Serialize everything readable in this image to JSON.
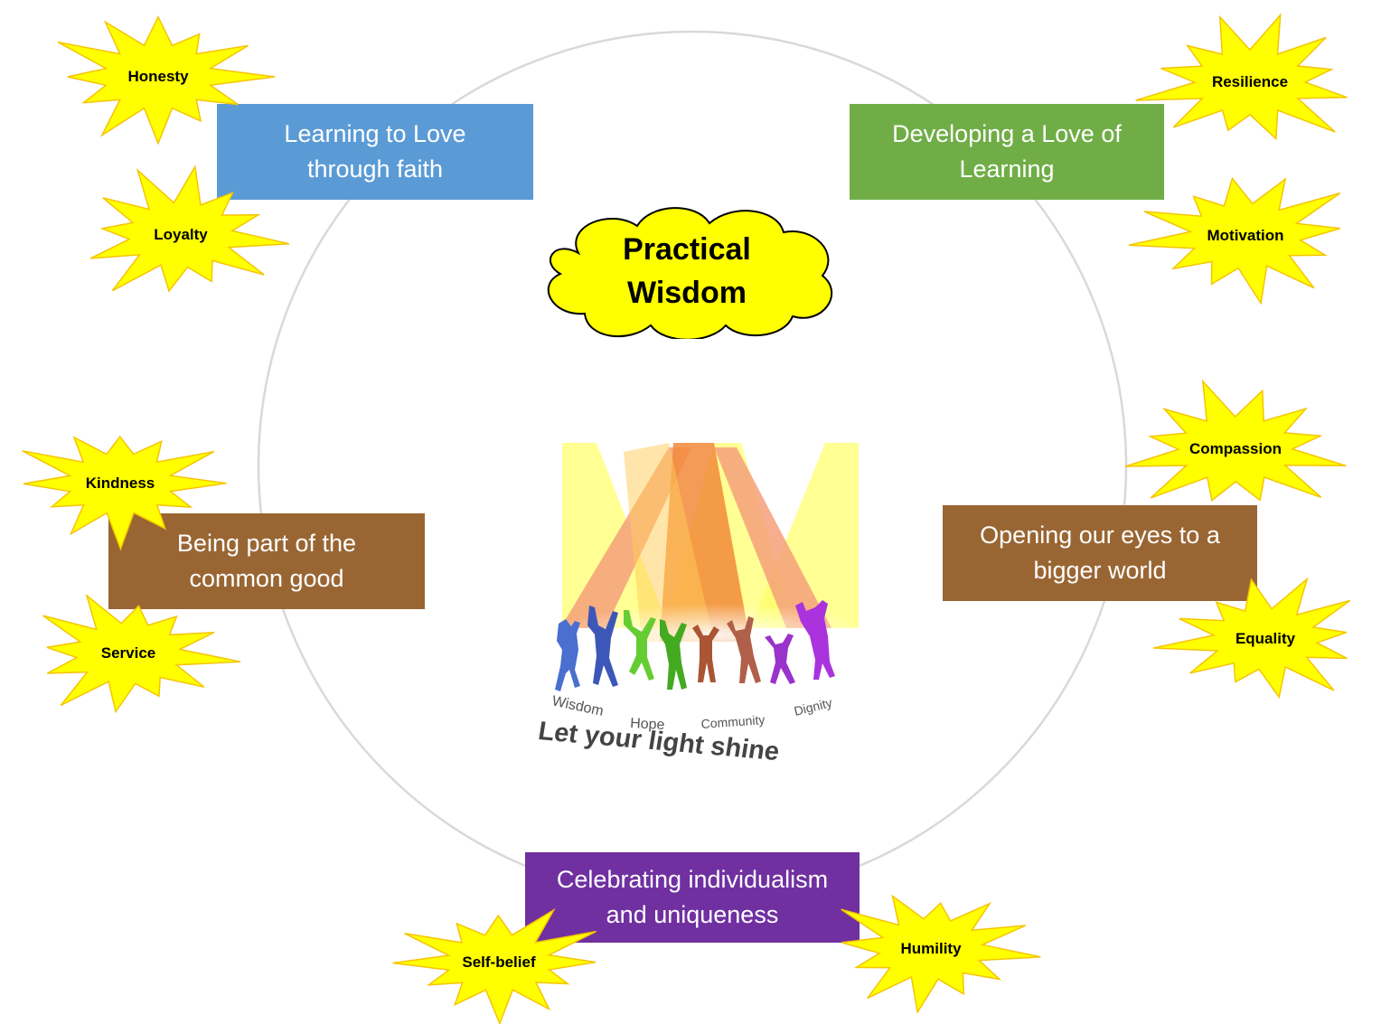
{
  "center": {
    "cloud": {
      "line1": "Practical",
      "line2": "Wisdom"
    },
    "logo": {
      "words": [
        "Wisdom",
        "Hope",
        "Community",
        "Dignity"
      ],
      "tagline": "Let your light shine"
    }
  },
  "themes": [
    {
      "id": "learning-love",
      "line1": "Learning to Love",
      "line2": "through faith",
      "color": "#5b9bd5"
    },
    {
      "id": "love-of-learning",
      "line1": "Developing a Love of",
      "line2": "Learning",
      "color": "#70ad47"
    },
    {
      "id": "common-good",
      "line1": "Being part of the",
      "line2": "common good",
      "color": "#996633"
    },
    {
      "id": "bigger-world",
      "line1": "Opening our eyes to a",
      "line2": "bigger world",
      "color": "#996633"
    },
    {
      "id": "individualism",
      "line1": "Celebrating individualism",
      "line2": "and uniqueness",
      "color": "#7030a0"
    }
  ],
  "values": [
    {
      "id": "honesty",
      "label": "Honesty"
    },
    {
      "id": "loyalty",
      "label": "Loyalty"
    },
    {
      "id": "resilience",
      "label": "Resilience"
    },
    {
      "id": "motivation",
      "label": "Motivation"
    },
    {
      "id": "kindness",
      "label": "Kindness"
    },
    {
      "id": "service",
      "label": "Service"
    },
    {
      "id": "compassion",
      "label": "Compassion"
    },
    {
      "id": "equality",
      "label": "Equality"
    },
    {
      "id": "self-belief",
      "label": "Self-belief"
    },
    {
      "id": "humility",
      "label": "Humility"
    }
  ],
  "colors": {
    "star_fill": "#ffff00",
    "star_stroke": "#f5c400",
    "cloud_fill": "#ffff00",
    "ring": "#d9d9d9"
  }
}
